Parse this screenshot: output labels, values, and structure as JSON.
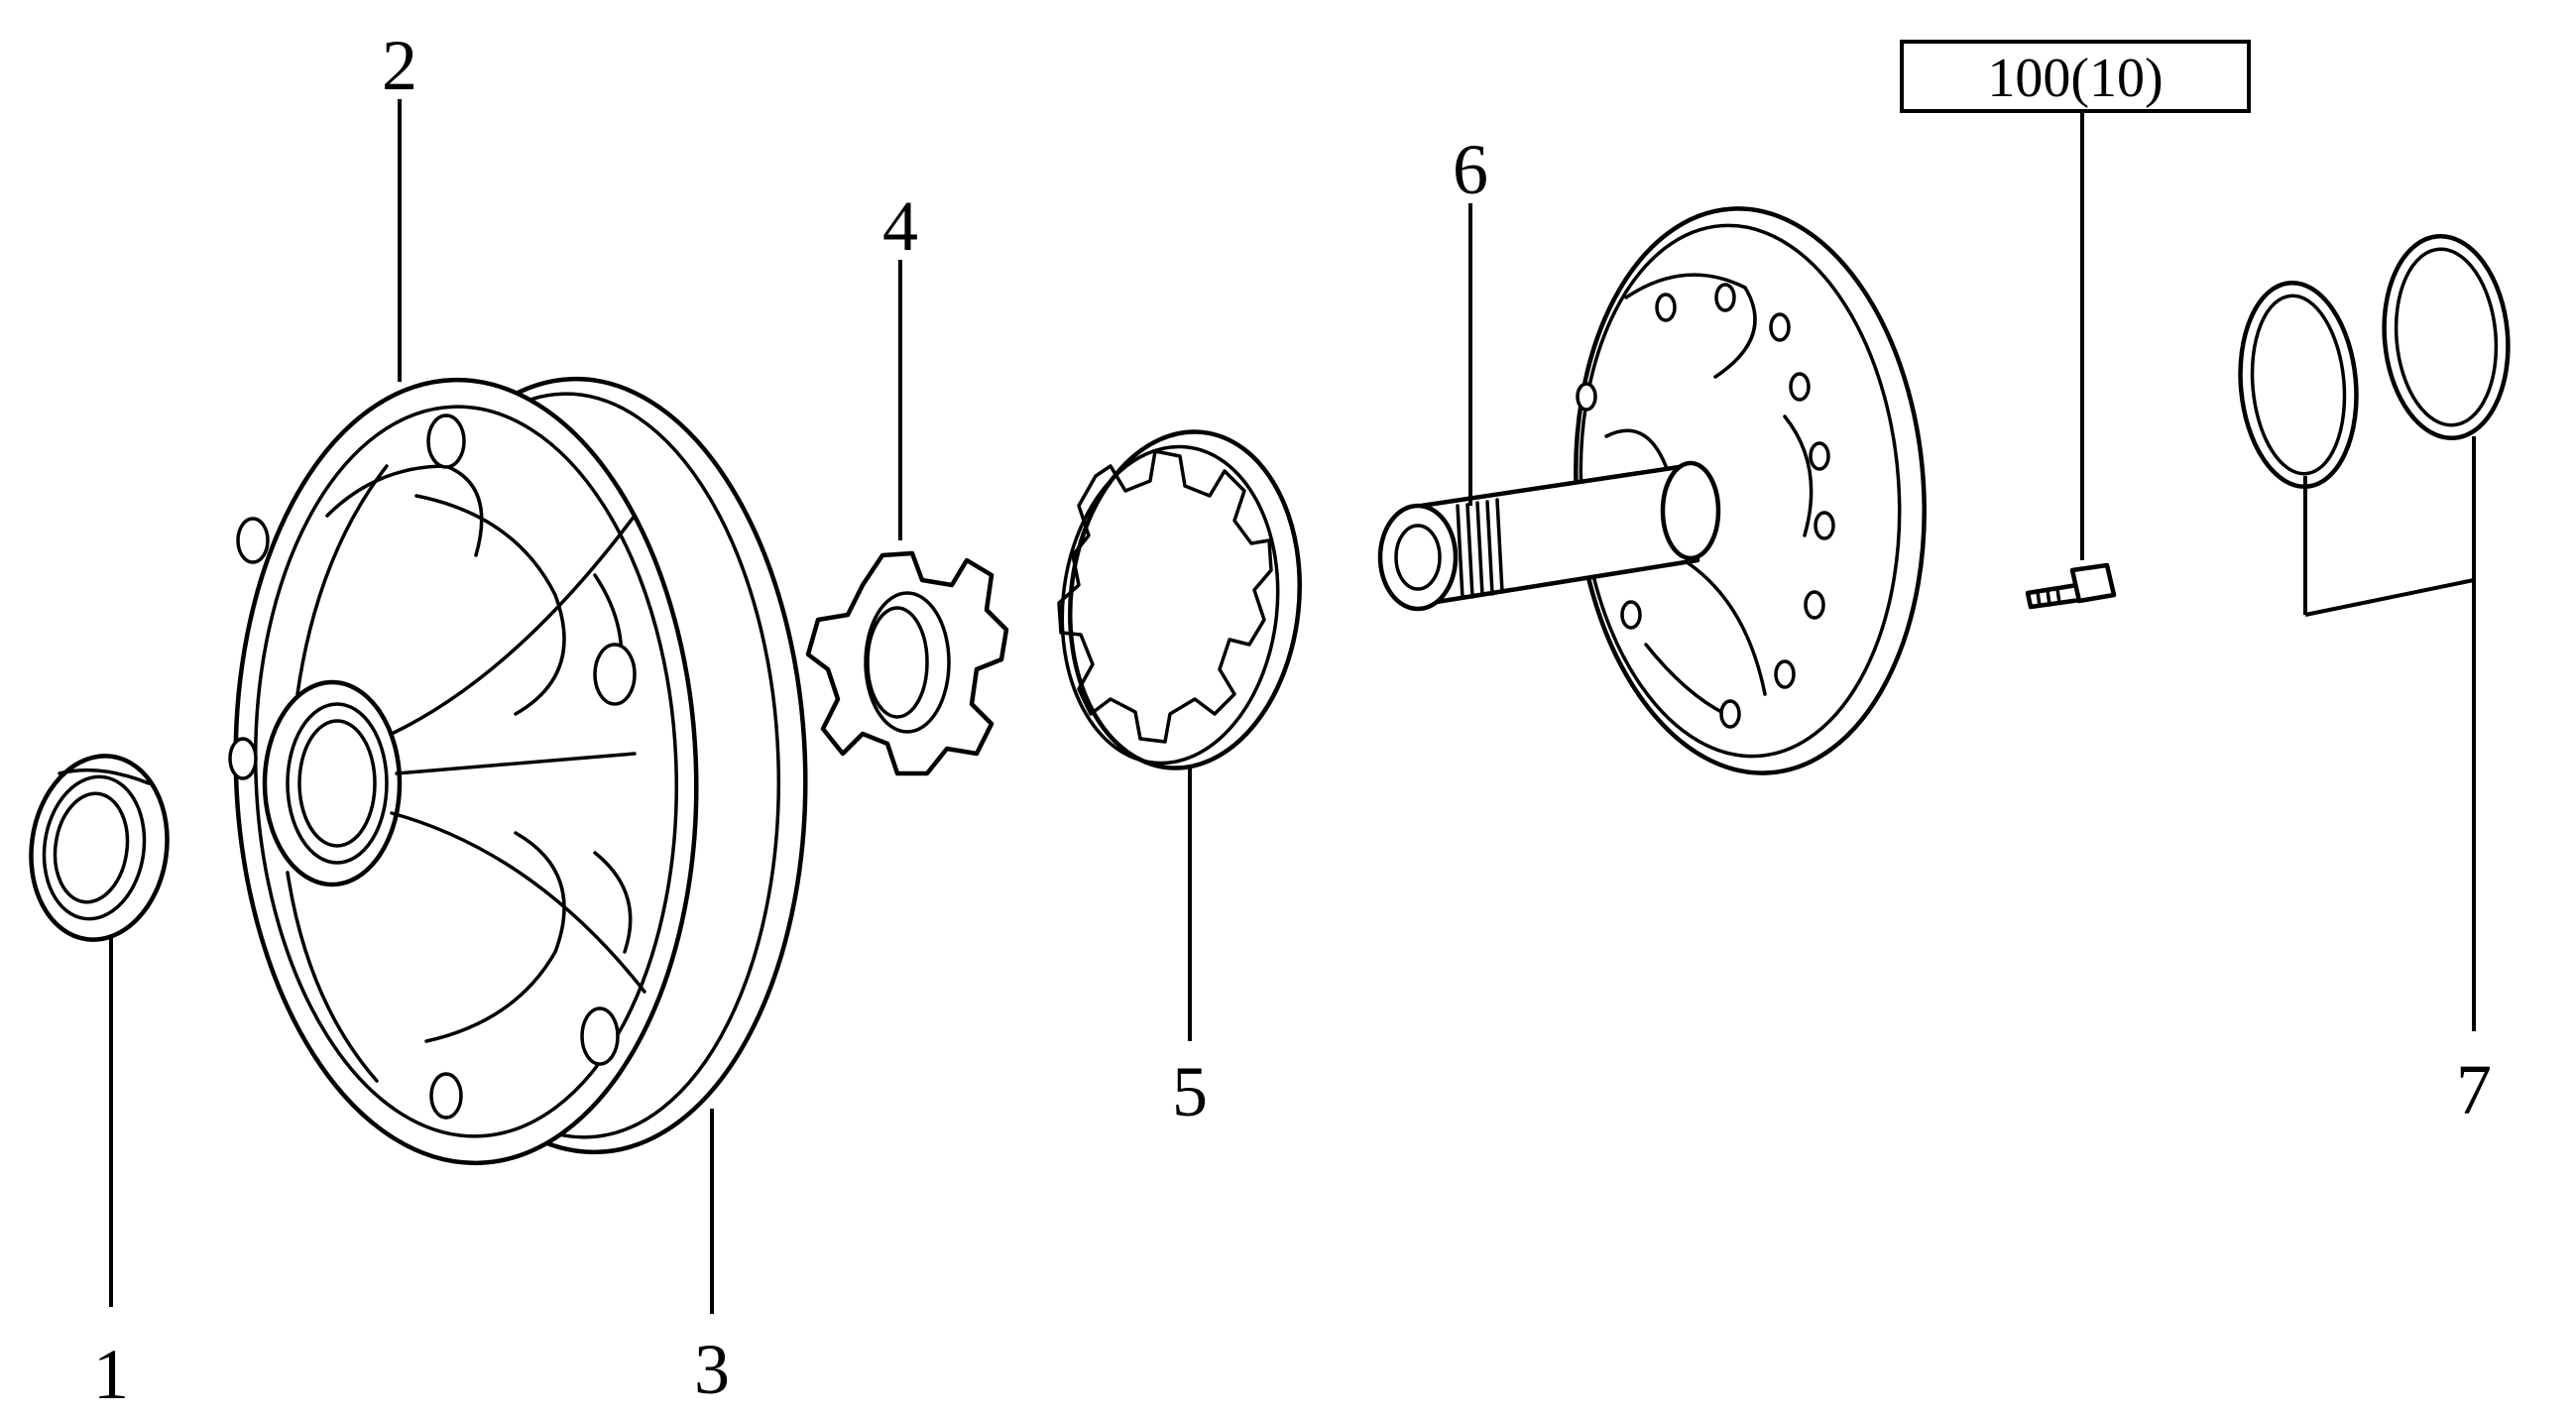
{
  "callouts": {
    "p1": "1",
    "p2": "2",
    "p3": "3",
    "p4": "4",
    "p5": "5",
    "p6": "6",
    "p7": "7"
  },
  "torque_spec": "100(10)"
}
